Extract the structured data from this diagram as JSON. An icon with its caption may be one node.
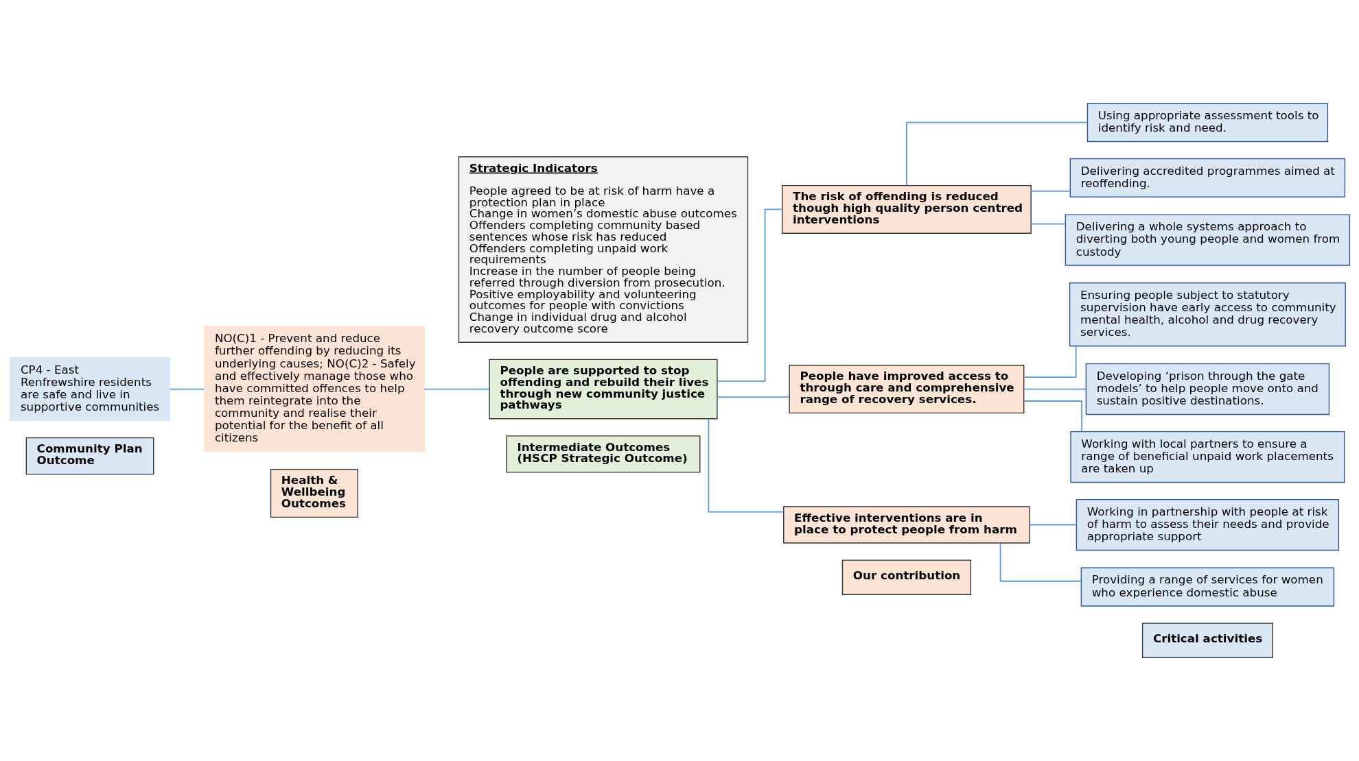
{
  "diagram": {
    "nodes": [
      {
        "text": [
          "Community Plan Outcome"
        ]
      },
      {
        "text": [
          "Health & Wellbeing Outcomes"
        ]
      },
      {
        "text": [
          "Intermediate Outcomes (HSCP Strategic Outcome)"
        ]
      },
      {
        "text": [
          "Our contribution"
        ]
      },
      {
        "text": [
          "Critical activities"
        ]
      },
      {
        "text": [
          "CP4 - East Renfrewshire residents are safe and live in supportive communities"
        ]
      },
      {
        "text": [
          "NO(C)1 - Prevent and reduce further offending by reducing its underlying causes; NO(C)2 - Safely and effectively manage those who have committed offences to help them reintegrate into the community and realise their potential for the benefit of all citizens"
        ]
      },
      {
        "text": [
          "People are supported to stop offending and rebuild their lives through new community justice pathways"
        ]
      },
      {
        "text": [
          "Strategic Indicators",
          "People agreed to be at risk of harm have a protection plan in place",
          "Change in women’s domestic abuse outcomes",
          "Offenders completing community based sentences whose risk has reduced",
          "Offenders completing unpaid work requirements",
          "Increase in the number of people being referred through diversion from prosecution.",
          "Positive employability and volunteering outcomes for people with convictions",
          "Change in individual drug and alcohol recovery outcome score"
        ]
      },
      {
        "text": [
          "The risk of offending is reduced though high quality person centred interventions"
        ]
      },
      {
        "text": [
          "People have improved access to through care and comprehensive range of recovery services."
        ]
      },
      {
        "text": [
          "Effective interventions are in place to protect people from harm"
        ]
      },
      {
        "text": [
          "Using appropriate assessment tools to identify risk and need."
        ]
      },
      {
        "text": [
          "Delivering accredited programmes aimed at reoffending."
        ]
      },
      {
        "text": [
          "Delivering a whole systems approach to diverting both young people and women from custody"
        ]
      },
      {
        "text": [
          "Ensuring people subject to statutory supervision have early access to community mental health, alcohol and drug recovery services."
        ]
      },
      {
        "text": [
          "Developing ‘prison through the gate models’ to help people move onto and sustain positive destinations."
        ]
      },
      {
        "text": [
          "Working with local partners to ensure a range of beneficial unpaid work placements are taken up"
        ]
      },
      {
        "text": [
          "Working in partnership with people at risk of harm to assess their needs and provide appropriate support"
        ]
      },
      {
        "text": [
          "Providing a range of services for women who experience domestic abuse"
        ]
      }
    ],
    "edges": [
      {
        "from": 5,
        "to": 6,
        "arrow": "none"
      },
      {
        "from": 6,
        "to": 7,
        "arrow": "none"
      },
      {
        "from": 7,
        "to": 9,
        "arrow": "none"
      },
      {
        "from": 7,
        "to": 10,
        "arrow": "none"
      },
      {
        "from": 7,
        "to": 11,
        "arrow": "none"
      },
      {
        "from": 9,
        "to": 12,
        "arrow": "none"
      },
      {
        "from": 9,
        "to": 13,
        "arrow": "none"
      },
      {
        "from": 9,
        "to": 14,
        "arrow": "none"
      },
      {
        "from": 10,
        "to": 15,
        "arrow": "none"
      },
      {
        "from": 10,
        "to": 16,
        "arrow": "none"
      },
      {
        "from": 10,
        "to": 17,
        "arrow": "none"
      },
      {
        "from": 11,
        "to": 18,
        "arrow": "none"
      },
      {
        "from": 11,
        "to": 19,
        "arrow": "none"
      }
    ]
  }
}
